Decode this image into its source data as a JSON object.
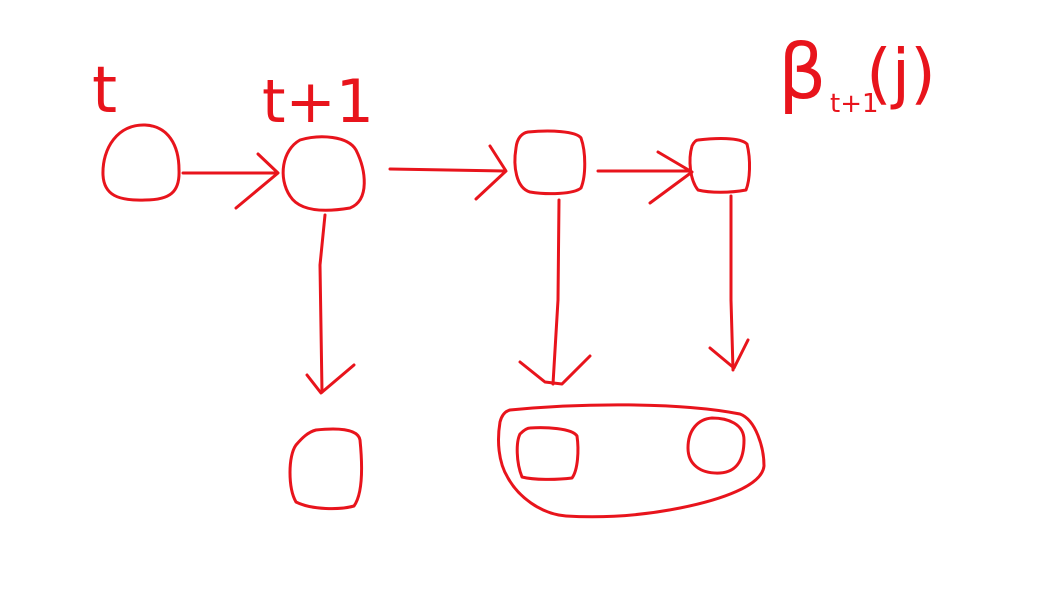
{
  "labels": {
    "t": "t",
    "t_plus_1": "t+1",
    "beta": "β",
    "beta_subscript": "t+1",
    "beta_argument": "(j)"
  },
  "colors": {
    "ink": "#e8141c",
    "background": "#ffffff"
  },
  "nodes": {
    "top": [
      "node-t",
      "node-t-plus-1",
      "node-3",
      "node-4"
    ],
    "bottom": [
      "obs-node-t-plus-1",
      "obs-node-3",
      "obs-node-4"
    ]
  }
}
